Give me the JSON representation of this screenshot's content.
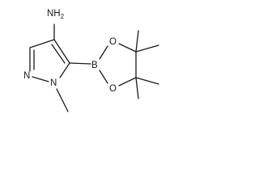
{
  "molecule": {
    "atoms": {
      "amine": "NH",
      "amine_subscript": "2",
      "pyrazole_n_ring": "N",
      "pyrazole_n_methyl": "N",
      "boron": "B",
      "oxygen_upper": "O",
      "oxygen_lower": "O"
    }
  }
}
